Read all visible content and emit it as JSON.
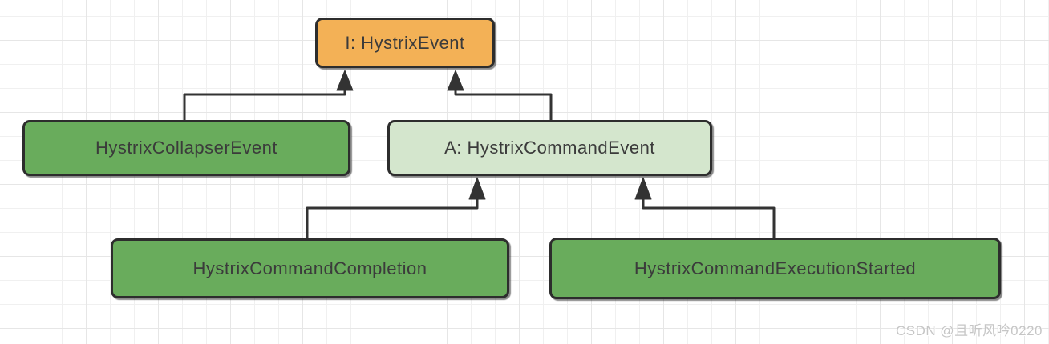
{
  "diagram": {
    "type": "class-hierarchy",
    "nodes": [
      {
        "id": "hystrix-event",
        "label": "I: HystrixEvent",
        "fill": "#f3b156"
      },
      {
        "id": "hystrix-collapser-event",
        "label": "HystrixCollapserEvent",
        "fill": "#69ac5c"
      },
      {
        "id": "hystrix-command-event",
        "label": "A: HystrixCommandEvent",
        "fill": "#d4e6cd"
      },
      {
        "id": "hystrix-command-completion",
        "label": "HystrixCommandCompletion",
        "fill": "#69ac5c"
      },
      {
        "id": "hystrix-command-execution-started",
        "label": "HystrixCommandExecutionStarted",
        "fill": "#69ac5c"
      }
    ],
    "edges": [
      {
        "from": "hystrix-collapser-event",
        "to": "hystrix-event",
        "relation": "extends"
      },
      {
        "from": "hystrix-command-event",
        "to": "hystrix-event",
        "relation": "extends"
      },
      {
        "from": "hystrix-command-completion",
        "to": "hystrix-command-event",
        "relation": "extends"
      },
      {
        "from": "hystrix-command-execution-started",
        "to": "hystrix-command-event",
        "relation": "extends"
      }
    ]
  },
  "watermark": {
    "text": "CSDN @且听风吟0220"
  },
  "colors": {
    "background": "#ffffff",
    "grid_line_minor": "#f0f0f0",
    "grid_line_major": "#e6e6e6",
    "node_border": "#2d2d2d",
    "node_text": "#3b3b3b",
    "edge_line": "#333333",
    "interface_fill": "#f3b156",
    "class_fill": "#69ac5c",
    "abstract_fill": "#d4e6cd",
    "watermark_text": "#c6c6c6"
  }
}
